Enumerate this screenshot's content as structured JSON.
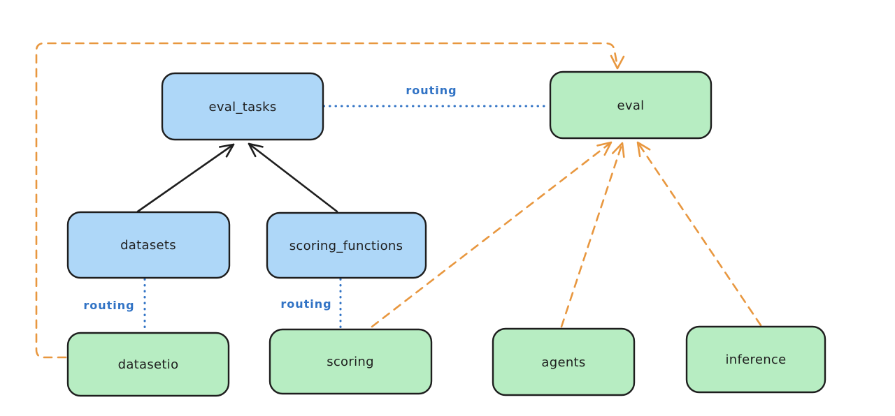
{
  "diagram": {
    "nodes": [
      {
        "id": "eval_tasks",
        "label": "eval_tasks",
        "kind": "api"
      },
      {
        "id": "datasets",
        "label": "datasets",
        "kind": "api"
      },
      {
        "id": "scoring_functions",
        "label": "scoring_functions",
        "kind": "api"
      },
      {
        "id": "eval",
        "label": "eval",
        "kind": "provider"
      },
      {
        "id": "datasetio",
        "label": "datasetio",
        "kind": "provider"
      },
      {
        "id": "scoring",
        "label": "scoring",
        "kind": "provider"
      },
      {
        "id": "agents",
        "label": "agents",
        "kind": "provider"
      },
      {
        "id": "inference",
        "label": "inference",
        "kind": "provider"
      }
    ],
    "edges": [
      {
        "from": "datasets",
        "to": "eval_tasks",
        "style": "solid-black-arrow",
        "label": ""
      },
      {
        "from": "scoring_functions",
        "to": "eval_tasks",
        "style": "solid-black-arrow",
        "label": ""
      },
      {
        "from": "eval_tasks",
        "to": "eval",
        "style": "dotted-blue",
        "label": "routing"
      },
      {
        "from": "datasets",
        "to": "datasetio",
        "style": "dotted-blue",
        "label": "routing"
      },
      {
        "from": "scoring_functions",
        "to": "scoring",
        "style": "dotted-blue",
        "label": "routing"
      },
      {
        "from": "datasetio",
        "to": "eval",
        "style": "dashed-orange-arrow",
        "label": ""
      },
      {
        "from": "scoring",
        "to": "eval",
        "style": "dashed-orange-arrow",
        "label": ""
      },
      {
        "from": "agents",
        "to": "eval",
        "style": "dashed-orange-arrow",
        "label": ""
      },
      {
        "from": "inference",
        "to": "eval",
        "style": "dashed-orange-arrow",
        "label": ""
      }
    ],
    "colors": {
      "api_fill": "#aed7f8",
      "provider_fill": "#b7edc2",
      "stroke": "#1e1e1e",
      "routing_blue": "#3173c5",
      "orange": "#e8973f",
      "background": "#ffffff"
    }
  }
}
